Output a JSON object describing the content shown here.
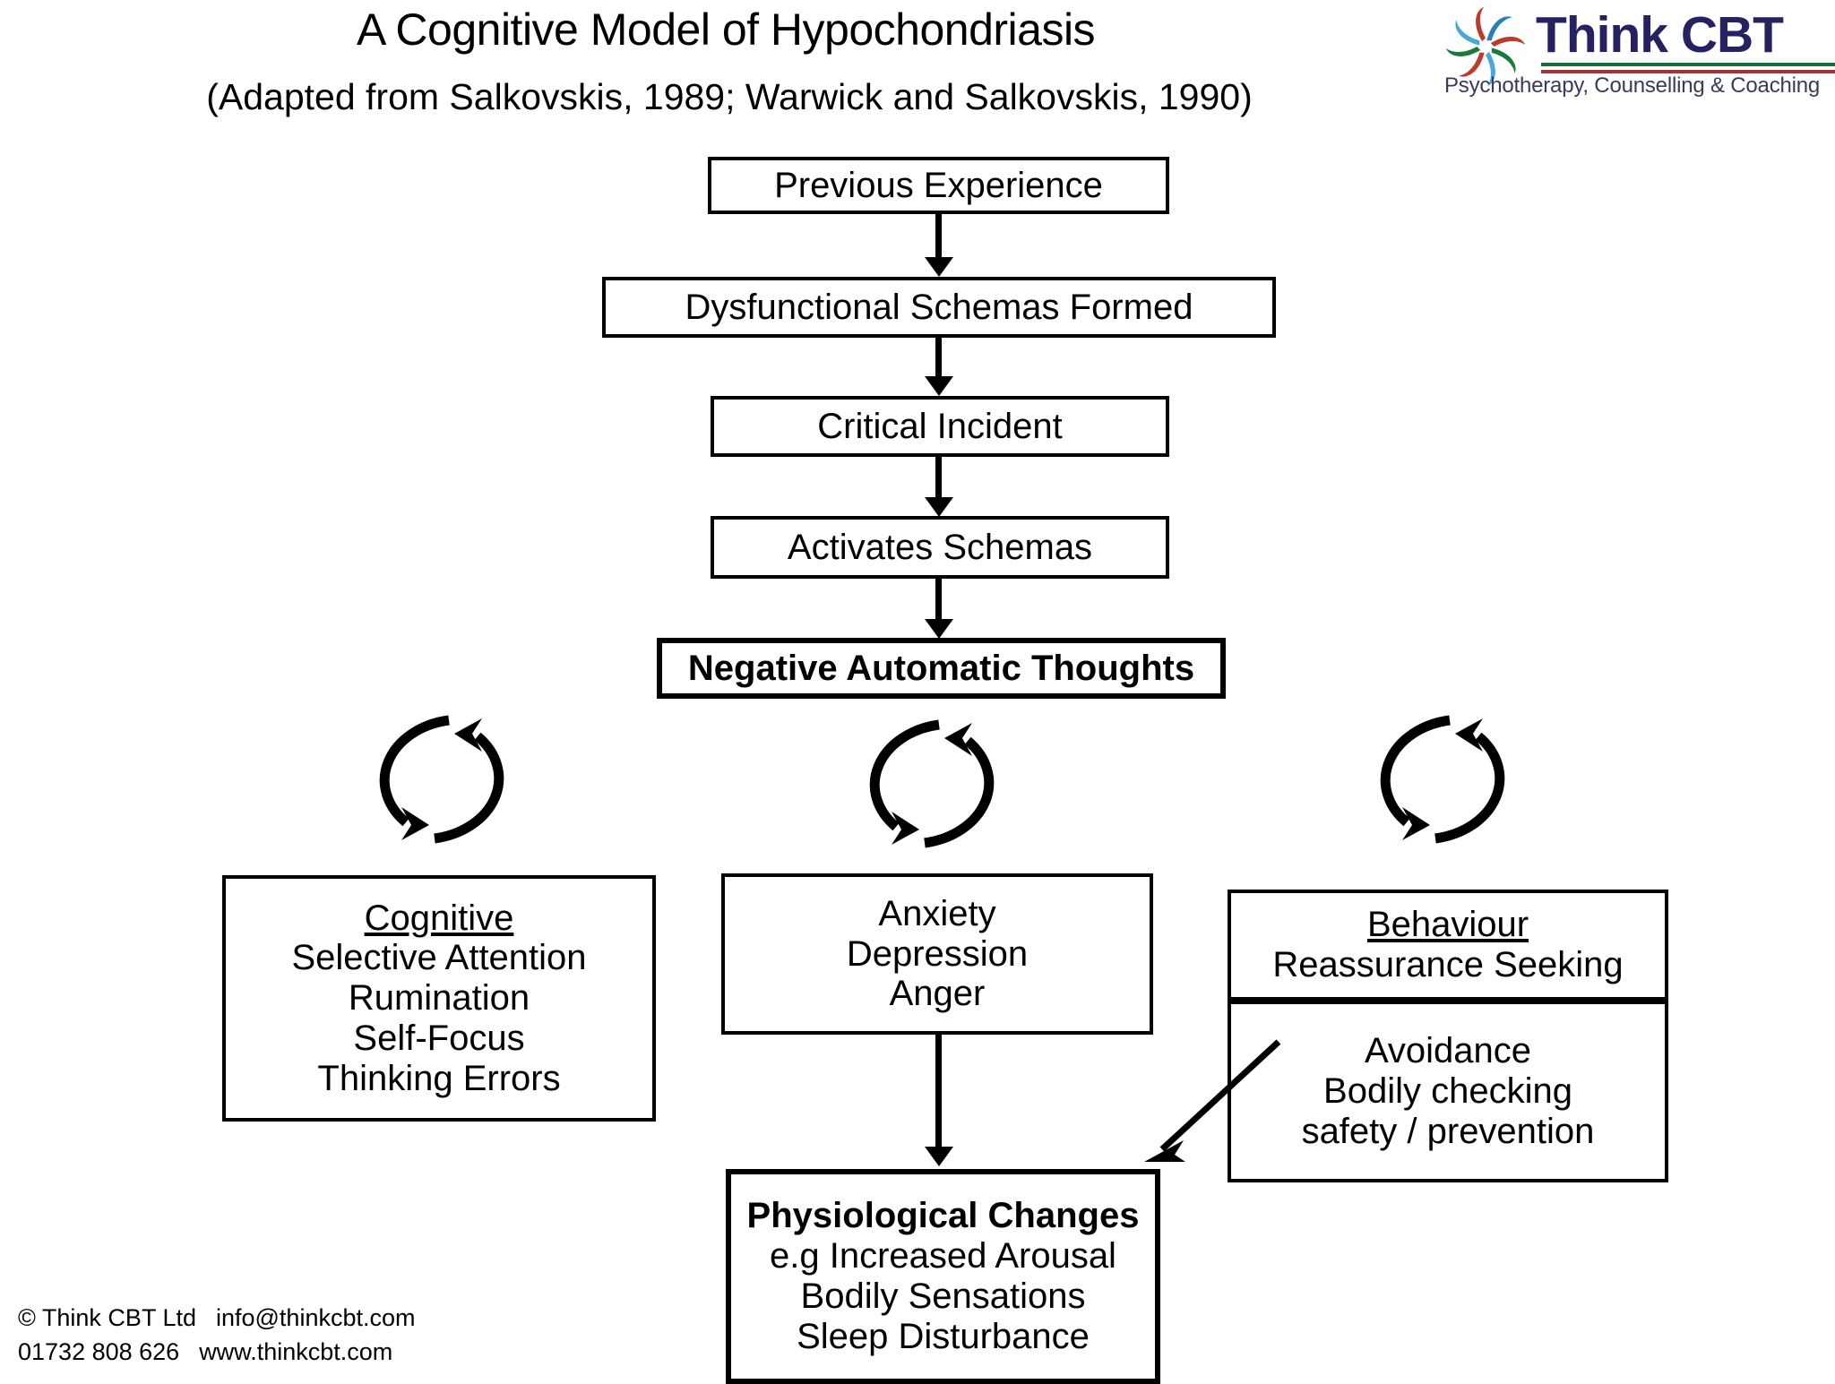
{
  "header": {
    "title": "A Cognitive Model of Hypochondriasis",
    "subtitle": "(Adapted from Salkovskis, 1989; Warwick and Salkovskis, 1990)"
  },
  "logo": {
    "wordmark": "Think CBT",
    "tagline": "Psychotherapy, Counselling & Coaching",
    "mark_name": "pinwheel-swirl-icon",
    "colors": {
      "wordmark": "#262261",
      "rule_green": "#1d6b3a",
      "rule_red": "#a83232",
      "swirl_red": "#c0392b",
      "swirl_green": "#1a7a3c",
      "swirl_blue_light": "#4aa8d8",
      "swirl_blue_dark": "#2980b9"
    }
  },
  "flow": {
    "previous_experience": "Previous Experience",
    "dysfunctional_schemas": "Dysfunctional Schemas Formed",
    "critical_incident": "Critical Incident",
    "activates_schemas": "Activates Schemas",
    "negative_automatic_thoughts": "Negative Automatic Thoughts"
  },
  "cognitive": {
    "heading": "Cognitive",
    "lines": [
      "Selective Attention",
      "Rumination",
      "Self-Focus",
      "Thinking Errors"
    ]
  },
  "emotion": {
    "lines": [
      "Anxiety",
      "Depression",
      "Anger"
    ]
  },
  "behaviour": {
    "heading": "Behaviour",
    "lines_top": [
      "Reassurance Seeking"
    ],
    "lines_bottom": [
      "Avoidance",
      "Bodily checking",
      "safety / prevention"
    ]
  },
  "physiological": {
    "heading": "Physiological Changes",
    "lines": [
      "e.g Increased Arousal",
      "Bodily Sensations",
      "Sleep Disturbance"
    ]
  },
  "footer": {
    "line1_a": "© Think CBT Ltd",
    "line1_b": "info@thinkcbt.com",
    "line2_a": "01732 808 626",
    "line2_b": "www.thinkcbt.com"
  },
  "arrows": {
    "vertical_names": [
      "arrow-previous-to-schemas",
      "arrow-schemas-to-critical",
      "arrow-critical-to-activates",
      "arrow-activates-to-nat",
      "arrow-emotion-to-physiological"
    ],
    "loop_names": [
      "feedback-loop-cognitive",
      "feedback-loop-emotion",
      "feedback-loop-behaviour"
    ],
    "diagonal_name": "arrow-behaviour-to-physiological"
  }
}
